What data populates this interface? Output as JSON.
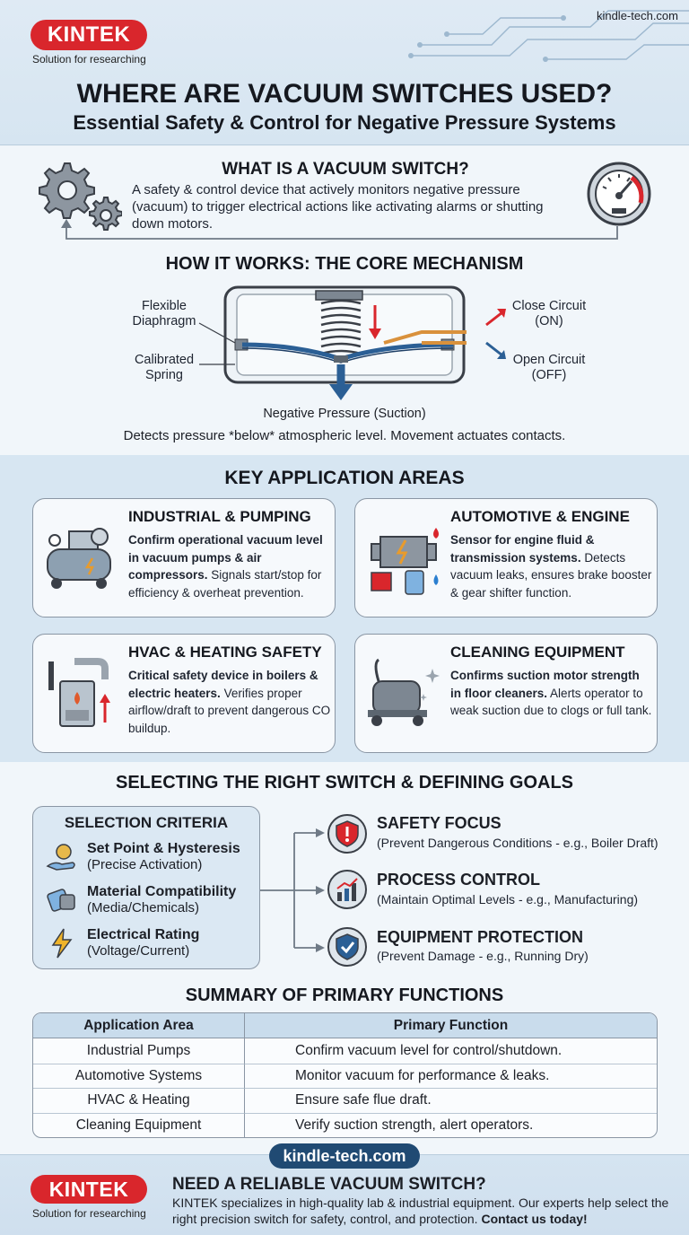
{
  "brand": {
    "name": "KINTEK",
    "tagline": "Solution for researching",
    "site": "kindle-tech.com",
    "color": "#d9262c"
  },
  "header": {
    "title": "WHERE ARE VACUUM SWITCHES USED?",
    "subtitle": "Essential Safety & Control for Negative Pressure Systems"
  },
  "what": {
    "title": "WHAT IS A VACUUM SWITCH?",
    "description": "A safety & control device that actively monitors negative pressure (vacuum) to trigger electrical actions like activating alarms or shutting down motors."
  },
  "how": {
    "title": "HOW IT WORKS: THE CORE MECHANISM",
    "label_diaphragm": "Flexible Diaphragm",
    "label_spring": "Calibrated Spring",
    "label_close": "Close Circuit (ON)",
    "label_open": "Open Circuit (OFF)",
    "negative": "Negative Pressure (Suction)",
    "detects": "Detects pressure *below* atmospheric level. Movement actuates contacts."
  },
  "apps": {
    "title": "KEY APPLICATION AREAS",
    "cards": [
      {
        "title": "INDUSTRIAL & PUMPING",
        "bold": "Confirm operational vacuum level in vacuum pumps & air compressors.",
        "rest": " Signals start/stop for efficiency & overheat prevention.",
        "icon": "air-compressor-icon"
      },
      {
        "title": "AUTOMOTIVE & ENGINE",
        "bold": "Sensor for engine fluid & transmission systems.",
        "rest": " Detects vacuum leaks, ensures brake booster & gear shifter function.",
        "icon": "engine-icon"
      },
      {
        "title": "HVAC & HEATING SAFETY",
        "bold": "Critical safety device in boilers & electric heaters.",
        "rest": " Verifies proper airflow/draft to prevent dangerous CO buildup.",
        "icon": "boiler-icon"
      },
      {
        "title": "CLEANING EQUIPMENT",
        "bold": "Confirms suction motor strength in floor cleaners.",
        "rest": " Alerts operator to weak suction due to clogs or full tank.",
        "icon": "floor-cleaner-icon"
      }
    ]
  },
  "select": {
    "title": "SELECTING THE RIGHT SWITCH & DEFINING GOALS",
    "criteria_title": "SELECTION CRITERIA",
    "criteria": [
      {
        "name": "Set Point & Hysteresis",
        "note": "(Precise Activation)",
        "icon": "hand-coin-icon"
      },
      {
        "name": "Material Compatibility",
        "note": "(Media/Chemicals)",
        "icon": "material-icon"
      },
      {
        "name": "Electrical Rating",
        "note": "(Voltage/Current)",
        "icon": "lightning-icon"
      }
    ],
    "goals": [
      {
        "name": "SAFETY FOCUS",
        "note": "(Prevent Dangerous Conditions - e.g., Boiler Draft)",
        "icon": "shield-alert-icon"
      },
      {
        "name": "PROCESS CONTROL",
        "note": "(Maintain Optimal Levels - e.g., Manufacturing)",
        "icon": "bar-chart-icon"
      },
      {
        "name": "EQUIPMENT PROTECTION",
        "note": "(Prevent Damage - e.g., Running Dry)",
        "icon": "shield-check-icon"
      }
    ]
  },
  "summary": {
    "title": "SUMMARY OF PRIMARY FUNCTIONS",
    "headers": [
      "Application Area",
      "Primary Function"
    ],
    "rows": [
      [
        "Industrial Pumps",
        "Confirm vacuum level for control/shutdown."
      ],
      [
        "Automotive Systems",
        "Monitor vacuum for performance & leaks."
      ],
      [
        "HVAC & Heating",
        "Ensure safe flue draft."
      ],
      [
        "Cleaning Equipment",
        "Verify suction strength, alert operators."
      ]
    ]
  },
  "footer": {
    "title": "NEED A RELIABLE VACUUM SWITCH?",
    "desc": "KINTEK specializes in high-quality lab & industrial equipment. Our experts help select the right precision switch for safety, control, and protection.",
    "cta": "Contact us today!"
  }
}
